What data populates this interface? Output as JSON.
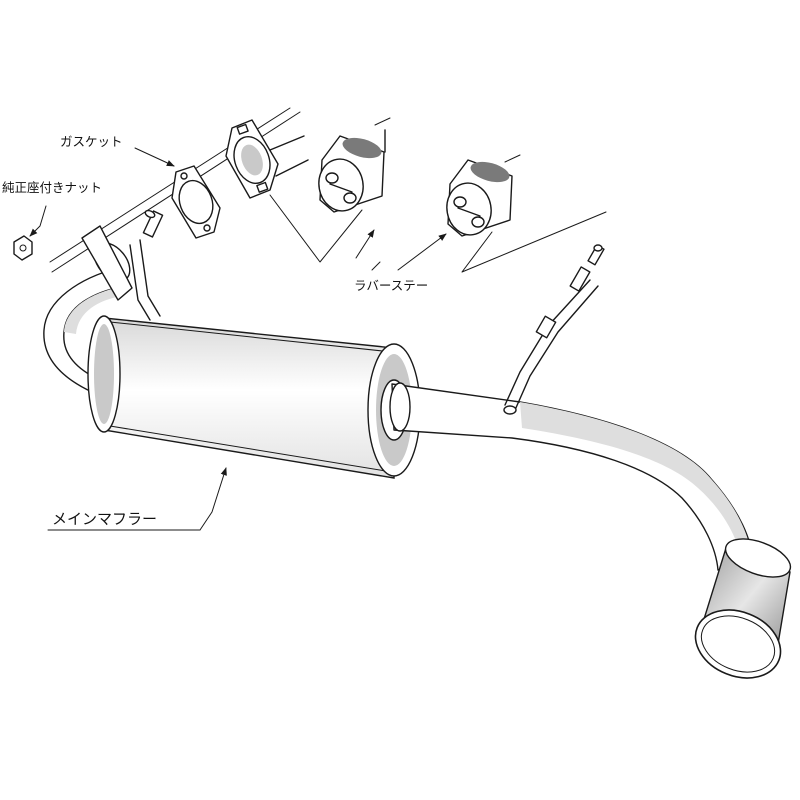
{
  "labels": {
    "gasket": "ガスケット",
    "nut": "純正座付きナット",
    "rubber_stay": "ラバーステー",
    "main_muffler": "メインマフラー"
  }
}
